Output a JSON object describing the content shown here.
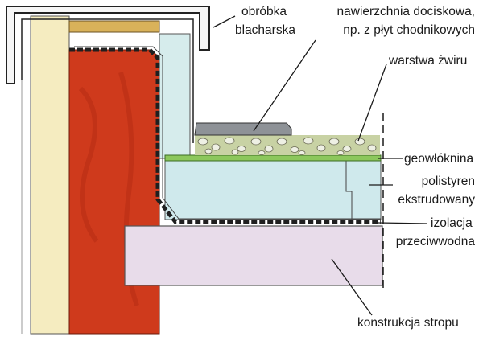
{
  "labels": {
    "flashing": [
      "obróbka",
      "blacharska"
    ],
    "paving": [
      "nawierzchnia dociskowa,",
      "np. z płyt chodnikowych"
    ],
    "gravel": "warstwa żwiru",
    "geotextile": "geowłóknina",
    "xps": [
      "polistyren",
      "ekstrudowany"
    ],
    "waterproofing": [
      "izolacja",
      "przeciwwodna"
    ],
    "slab": "konstrukcja stropu"
  },
  "colors": {
    "brick": "#cf3a1c",
    "plaster": "#f5ecc0",
    "mineral_wool": "#d6ecec",
    "flashing_metal": "#f6f6f6",
    "wood_cap": "#d9b25a",
    "paving_slab": "#8e9297",
    "gravel": "#c8d2a4",
    "geotextile": "#8cc75c",
    "xps": "#cfe9ec",
    "waterproofing": "#1f1f1f",
    "slab": "#e8dcea"
  }
}
